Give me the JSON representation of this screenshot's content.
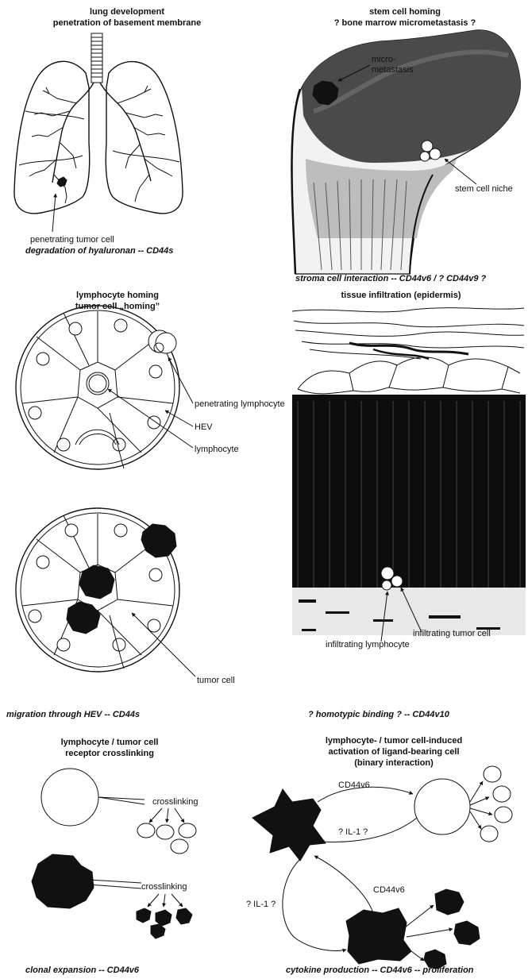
{
  "panels": {
    "lung": {
      "title_lines": [
        "lung development",
        "penetration of basement membrane"
      ],
      "label": "penetrating tumor cell",
      "caption": "degradation of hyaluronan -- CD44s"
    },
    "stem": {
      "title_lines": [
        "stem cell homing",
        "? bone marrow micrometastasis ?"
      ],
      "label_micro_lines": [
        "micro-",
        "metastasis"
      ],
      "label_niche": "stem cell niche",
      "caption": "stroma cell interaction -- CD44v6 / ? CD44v9 ?"
    },
    "lymph": {
      "title_lines": [
        "lymphocyte homing",
        "tumor cell „homing”"
      ],
      "label_penetrating": "penetrating lymphocyte",
      "label_hev": "HEV",
      "label_lymphocyte": "lymphocyte",
      "label_tumor": "tumor cell",
      "caption": "migration through HEV -- CD44s"
    },
    "tissue": {
      "title": "tissue infiltration (epidermis)",
      "label_infil_lymph": "infiltrating lymphocyte",
      "label_infil_tumor": "infiltrating tumor cell",
      "caption": "? homotypic binding ? -- CD44v10"
    },
    "crosslink": {
      "title_lines": [
        "lymphocyte / tumor cell",
        "receptor crosslinking"
      ],
      "label_top": "crosslinking",
      "label_bottom": "crosslinking",
      "caption": "clonal expansion -- CD44v6"
    },
    "activation": {
      "title_lines": [
        "lymphocyte- / tumor cell-induced",
        "activation of ligand-bearing cell",
        "(binary interaction)"
      ],
      "label_cd44_top": "CD44v6",
      "label_il1_right": "? IL-1 ?",
      "label_il1_left": "? IL-1 ?",
      "label_cd44_bottom": "CD44v6",
      "caption": "cytokine production -- CD44v6 -- proliferation"
    }
  }
}
